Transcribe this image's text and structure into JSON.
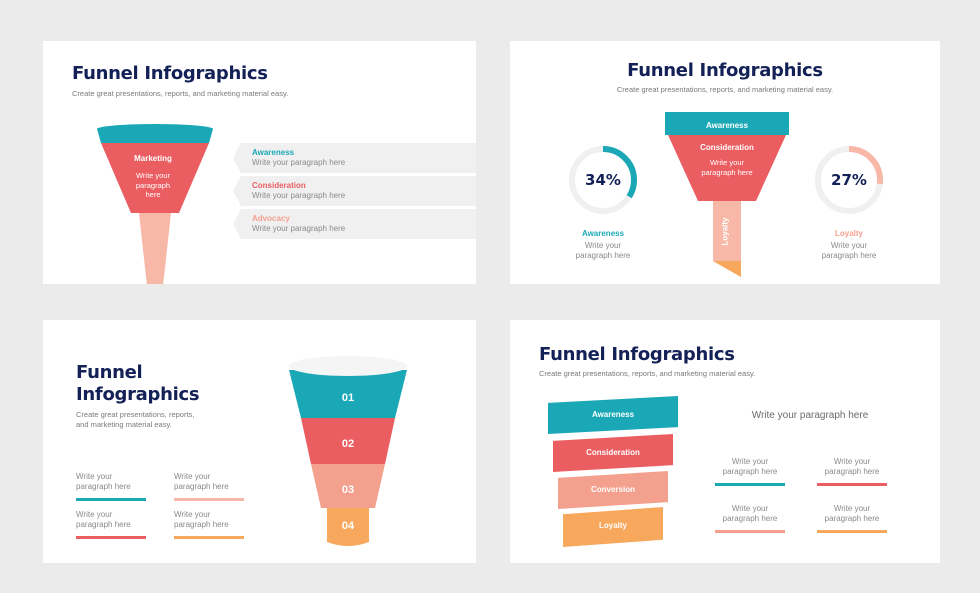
{
  "colors": {
    "navy": "#142157",
    "teal": "#1ba8b6",
    "red": "#ea5d61",
    "salmon": "#f4a08e",
    "peach": "#f8b8a8",
    "orange": "#f8a85c",
    "bar": "#f0f0f0"
  },
  "s1": {
    "title": "Funnel Infographics",
    "subtitle": "Create great presentations, reports, and marketing material easy.",
    "funnel_label": "Marketing",
    "funnel_text": [
      "Write your",
      "paragraph",
      "here"
    ],
    "items": [
      {
        "label": "Awareness",
        "text": "Write your paragraph here"
      },
      {
        "label": "Consideration",
        "text": "Write your paragraph here"
      },
      {
        "label": "Advocacy",
        "text": "Write your paragraph here"
      }
    ]
  },
  "s2": {
    "title": "Funnel Infographics",
    "subtitle": "Create great presentations, reports, and marketing material easy.",
    "top_label": "Awareness",
    "mid_label": "Consideration",
    "mid_text": [
      "Write your",
      "paragraph here"
    ],
    "stem_label": "Loyalty",
    "left": {
      "value": "34%",
      "pct": 34,
      "label": "Awareness",
      "text": [
        "Write your",
        "paragraph here"
      ]
    },
    "right": {
      "value": "27%",
      "pct": 27,
      "label": "Loyalty",
      "text": [
        "Write your",
        "paragraph here"
      ]
    }
  },
  "s3": {
    "title_line1": "Funnel",
    "title_line2": "Infographics",
    "subtitle_line1": "Create great presentations, reports,",
    "subtitle_line2": "and marketing material easy.",
    "steps": [
      "01",
      "02",
      "03",
      "04"
    ],
    "notes": [
      {
        "text1": "Write your",
        "text2": "paragraph here"
      },
      {
        "text1": "Write your",
        "text2": "paragraph here"
      },
      {
        "text1": "Write your",
        "text2": "paragraph here"
      },
      {
        "text1": "Write your",
        "text2": "paragraph here"
      }
    ]
  },
  "s4": {
    "title": "Funnel Infographics",
    "subtitle": "Create great presentations, reports, and marketing material easy.",
    "bars": [
      "Awareness",
      "Consideration",
      "Conversion",
      "Loyalty"
    ],
    "heading": "Write your paragraph here",
    "notes": [
      {
        "text1": "Write your",
        "text2": "paragraph here"
      },
      {
        "text1": "Write your",
        "text2": "paragraph here"
      },
      {
        "text1": "Write your",
        "text2": "paragraph here"
      },
      {
        "text1": "Write your",
        "text2": "paragraph here"
      }
    ]
  }
}
